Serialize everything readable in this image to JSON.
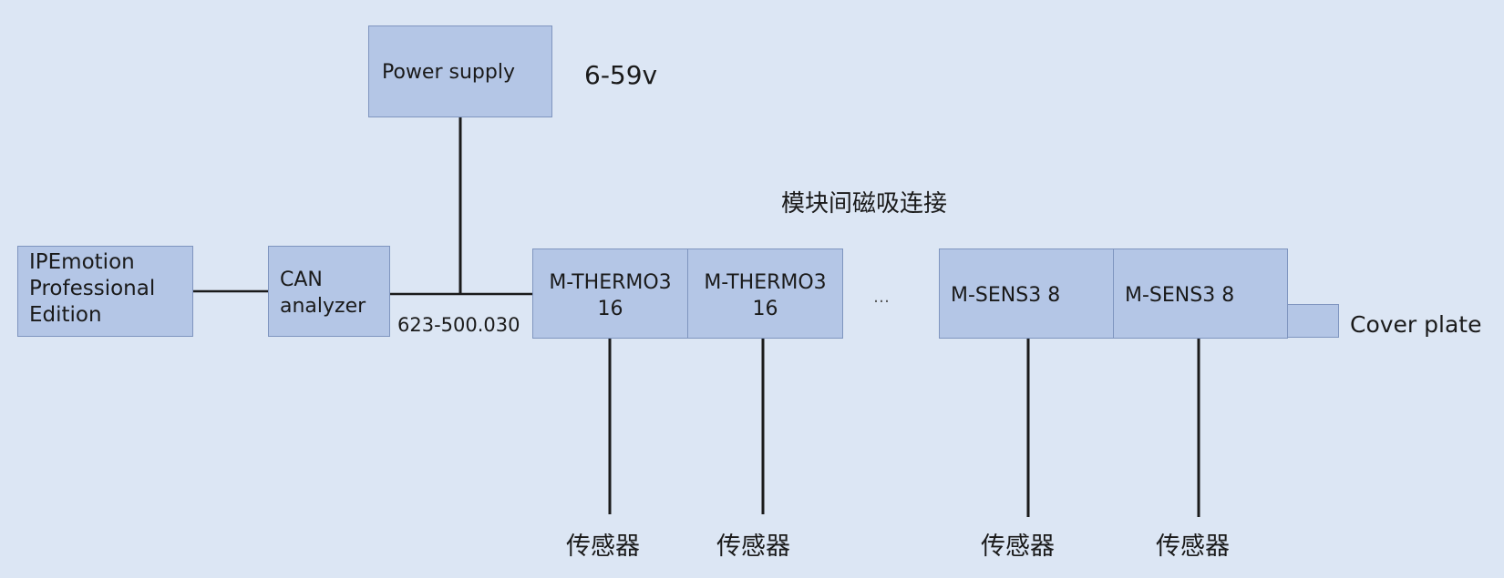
{
  "nodes": {
    "power_supply": "Power supply",
    "ipemotion": [
      "IPEmotion",
      "Professional",
      "Edition"
    ],
    "can_analyzer": [
      "CAN",
      "analyzer"
    ],
    "thermo_1": [
      "M-THERMO3",
      "16"
    ],
    "thermo_2": [
      "M-THERMO3",
      "16"
    ],
    "sens_1": "M-SENS3 8",
    "sens_2": "M-SENS3 8"
  },
  "labels": {
    "voltage": "6-59v",
    "magnetic": "模块间磁吸连接",
    "cable_part": "623-500.030",
    "ellipsis": "…",
    "cover_plate": "Cover plate",
    "sensor_1": "传感器",
    "sensor_2": "传感器",
    "sensor_3": "传感器",
    "sensor_4": "传感器"
  }
}
